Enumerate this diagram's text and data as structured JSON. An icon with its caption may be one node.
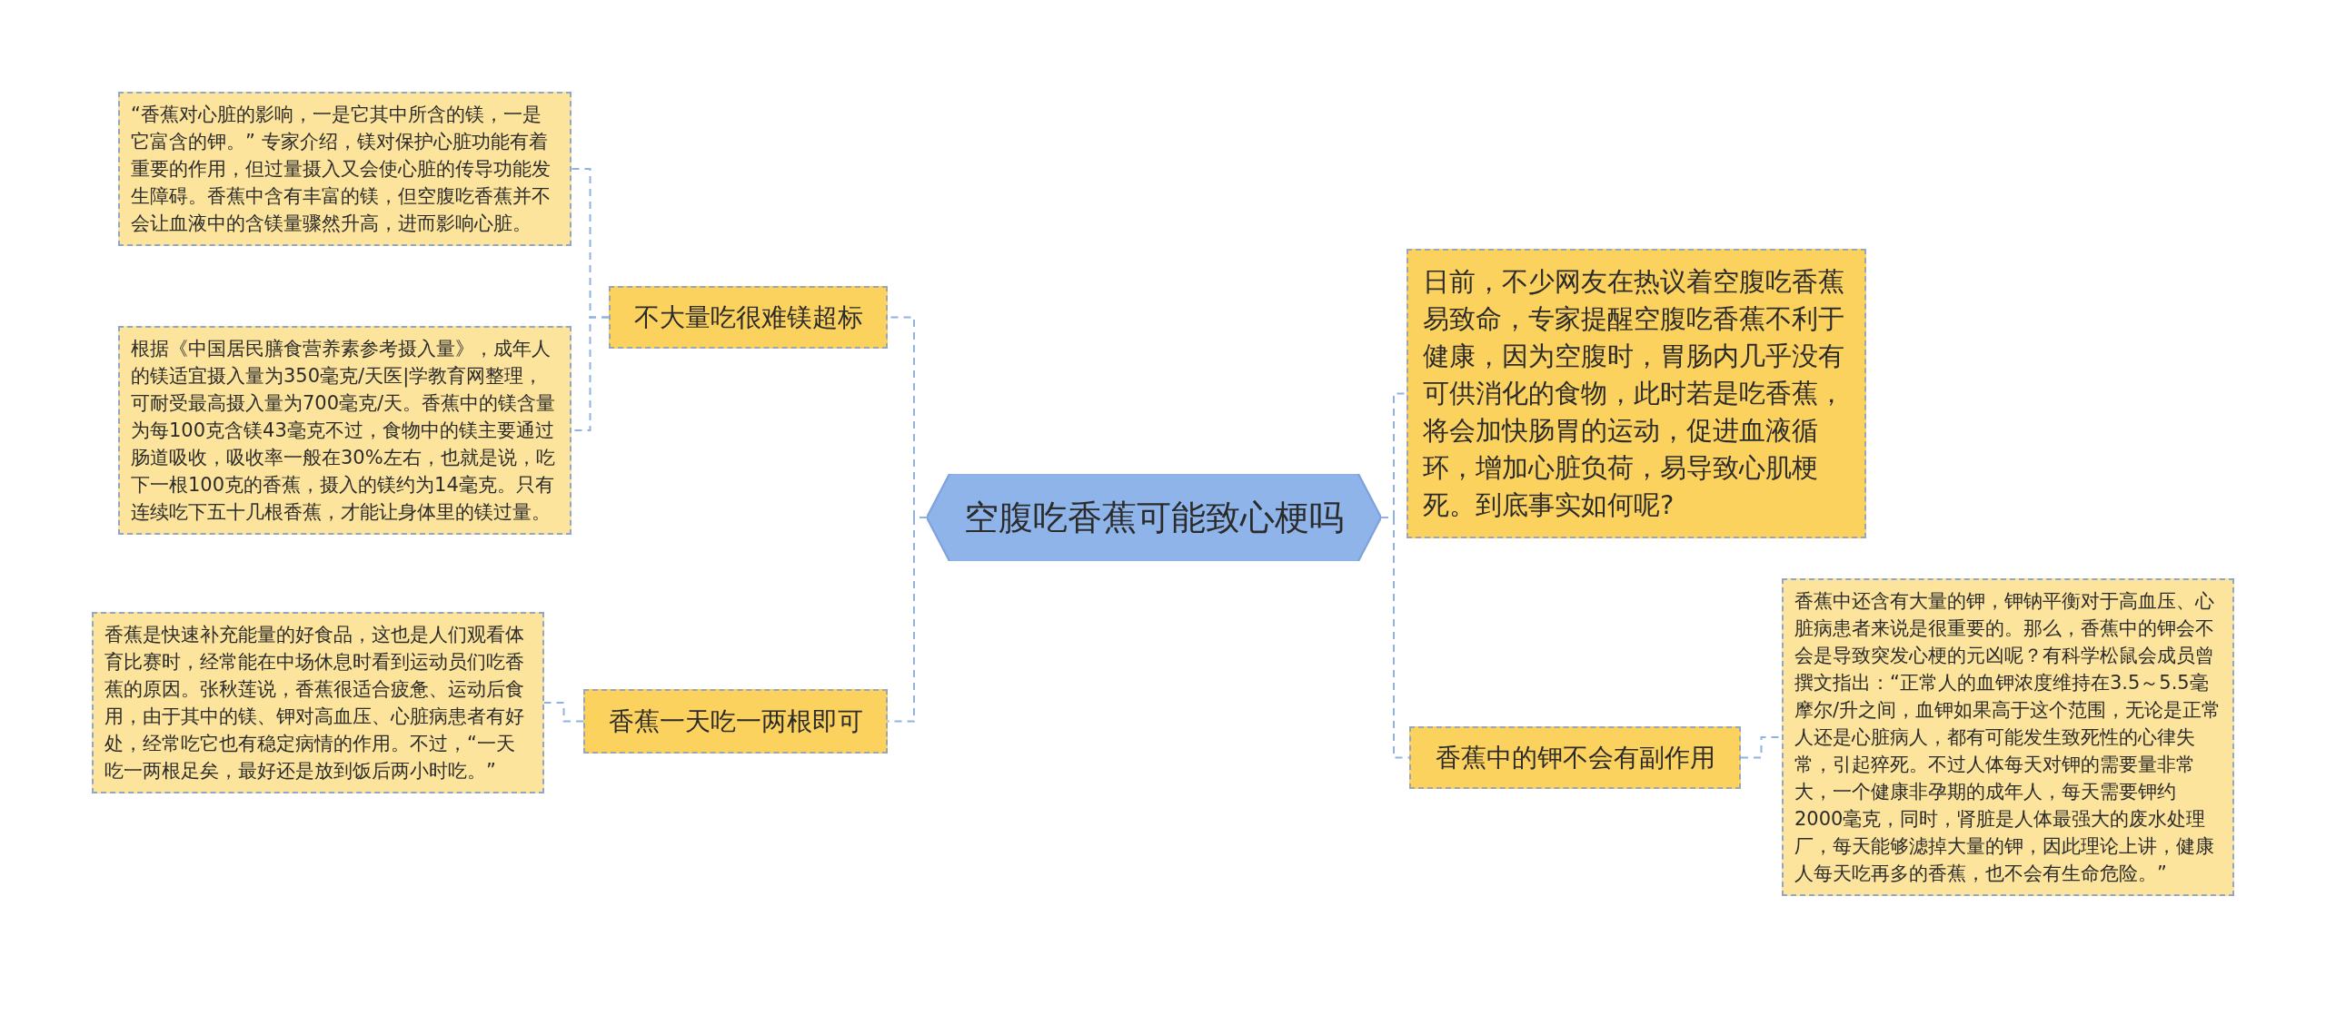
{
  "diagram": {
    "nodes": [
      {
        "text": [
          "空腹吃香蕉可能致心梗吗"
        ]
      },
      {
        "text": [
          "不大量吃很难镁超标"
        ]
      },
      {
        "text": [
          "“香蕉对心脏的影响，一是它其中所含的镁，一是它富含的钾。” 专家介绍，镁对保护心脏功能有着重要的作用，但过量摄入又会使心脏的传导功能发生障碍。香蕉中含有丰富的镁，但空腹吃香蕉并不会让血液中的含镁量骤然升高，进而影响心脏。"
        ]
      },
      {
        "text": [
          "根据《中国居民膳食营养素参考摄入量》，成年人的镁适宜摄入量为350毫克/天医|学教育网整理，可耐受最高摄入量为700毫克/天。香蕉中的镁含量为每100克含镁43毫克不过，食物中的镁主要通过肠道吸收，吸收率一般在30%左右，也就是说，吃下一根100克的香蕉，摄入的镁约为14毫克。只有连续吃下五十几根香蕉，才能让身体里的镁过量。"
        ]
      },
      {
        "text": [
          "香蕉一天吃一两根即可"
        ]
      },
      {
        "text": [
          "香蕉是快速补充能量的好食品，这也是人们观看体育比赛时，经常能在中场休息时看到运动员们吃香蕉的原因。张秋莲说，香蕉很适合疲惫、运动后食用，由于其中的镁、钾对高血压、心脏病患者有好处，经常吃它也有稳定病情的作用。不过，“一天吃一两根足矣，最好还是放到饭后两小时吃。”"
        ]
      },
      {
        "text": [
          "日前，不少网友在热议着空腹吃香蕉易致命，专家提醒空腹吃香蕉不利于健康，因为空腹时，胃肠内几乎没有可供消化的食物，此时若是吃香蕉，将会加快肠胃的运动，促进血液循环，增加心脏负荷，易导致心肌梗死。到底事实如何呢?"
        ]
      },
      {
        "text": [
          "香蕉中的钾不会有副作用"
        ]
      },
      {
        "text": [
          "香蕉中还含有大量的钾，钾钠平衡对于高血压、心脏病患者来说是很重要的。那么，香蕉中的钾会不会是导致突发心梗的元凶呢？有科学松鼠会成员曾撰文指出：“正常人的血钾浓度维持在3.5～5.5毫摩尔/升之间，血钾如果高于这个范围，无论是正常人还是心脏病人，都有可能发生致死性的心律失常，引起猝死。不过人体每天对钾的需要量非常大，一个健康非孕期的成年人，每天需要钾约2000毫克，同时，肾脏是人体最强大的废水处理厂，每天能够滤掉大量的钾，因此理论上讲，健康人每天吃再多的香蕉，也不会有生命危险。”"
        ]
      }
    ],
    "edges": [
      {
        "from": 0,
        "to": 1,
        "arrow": "none",
        "style": "dashed"
      },
      {
        "from": 0,
        "to": 4,
        "arrow": "none",
        "style": "dashed"
      },
      {
        "from": 1,
        "to": 2,
        "arrow": "none",
        "style": "dashed"
      },
      {
        "from": 1,
        "to": 3,
        "arrow": "none",
        "style": "dashed"
      },
      {
        "from": 4,
        "to": 5,
        "arrow": "none",
        "style": "dashed"
      },
      {
        "from": 0,
        "to": 6,
        "arrow": "none",
        "style": "dashed"
      },
      {
        "from": 0,
        "to": 7,
        "arrow": "none",
        "style": "dashed"
      },
      {
        "from": 7,
        "to": 8,
        "arrow": "none",
        "style": "dashed"
      }
    ]
  }
}
